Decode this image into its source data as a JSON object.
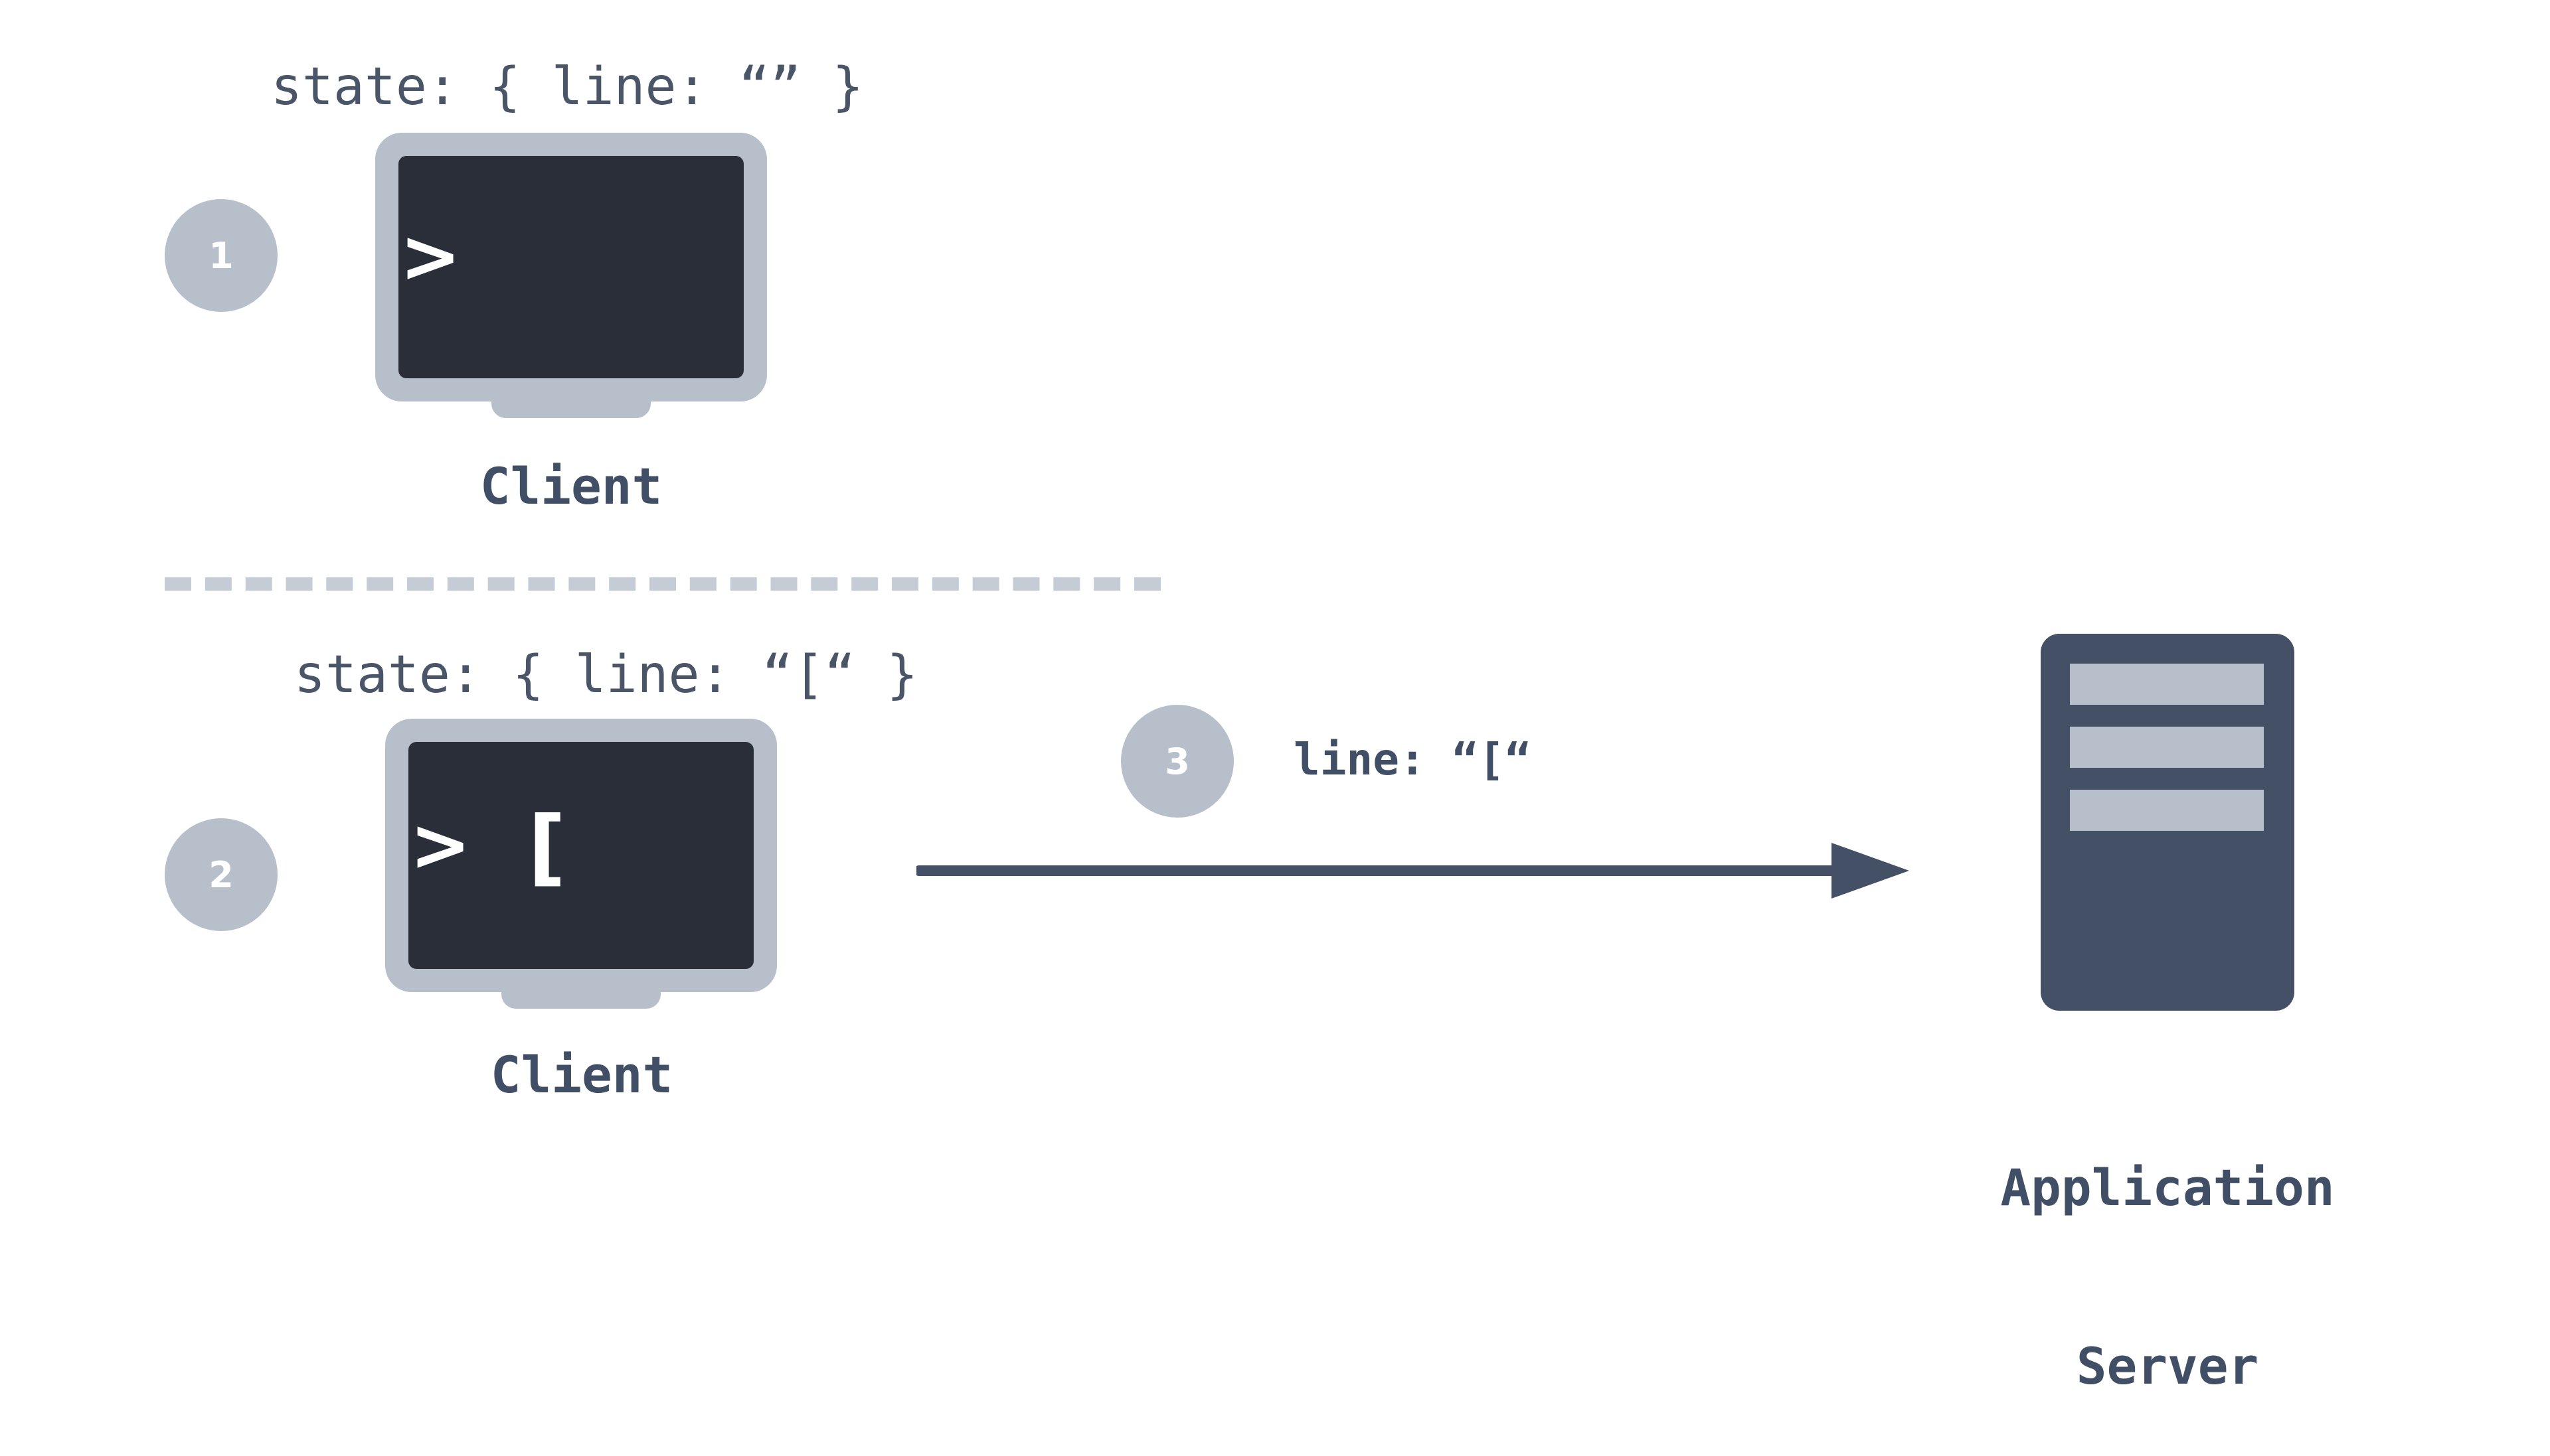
{
  "step1": {
    "badge": "1",
    "state": "state: { line: “” }",
    "prompt": ">",
    "label": "Client"
  },
  "step2": {
    "badge": "2",
    "state": "state: { line: “[“ }",
    "prompt": ">",
    "input": "[",
    "label": "Client"
  },
  "message": {
    "badge": "3",
    "text": "line: “[“"
  },
  "server": {
    "label_line1": "Application",
    "label_line2": "Server"
  },
  "colors": {
    "badge": "#b7bfca",
    "monitor_frame": "#b7bfca",
    "screen": "#2a2e38",
    "server": "#435066",
    "arrow": "#435066",
    "divider": "#c5ccd6"
  }
}
